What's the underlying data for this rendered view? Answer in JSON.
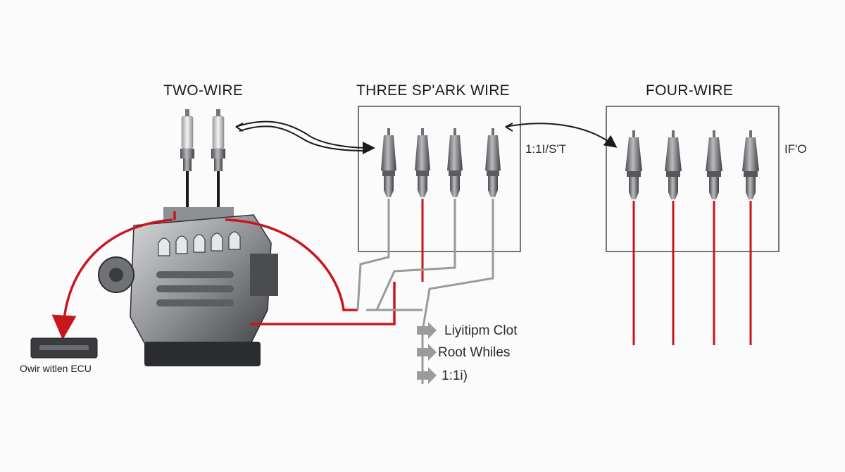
{
  "sections": {
    "two_wire": {
      "title": "TWO-WIRE",
      "plug_count": 2
    },
    "three_wire": {
      "title": "THREE SP'ARK WIRE",
      "plug_count": 4,
      "side_label": "1:1I/S'T"
    },
    "four_wire": {
      "title": "FOUR-WIRE",
      "plug_count": 4,
      "side_label": "IF'O"
    }
  },
  "ecu": {
    "label": "Owir witlen ECU"
  },
  "legend": [
    {
      "label": "Liyitipm Clot"
    },
    {
      "label": "Root Whiles"
    },
    {
      "label": "1:1i)"
    }
  ],
  "colors": {
    "wire_red": "#c8161d",
    "wire_black": "#1a1a1a",
    "wire_grey": "#9a9a9a",
    "box_stroke": "#555555",
    "plug_metal": "#6f7176",
    "ecu_body": "#3a3c40",
    "legend_arrow": "#9b9b9b"
  },
  "icons": [
    "spark-plug-icon",
    "engine-icon",
    "ecu-module-icon",
    "arrow-icon"
  ]
}
